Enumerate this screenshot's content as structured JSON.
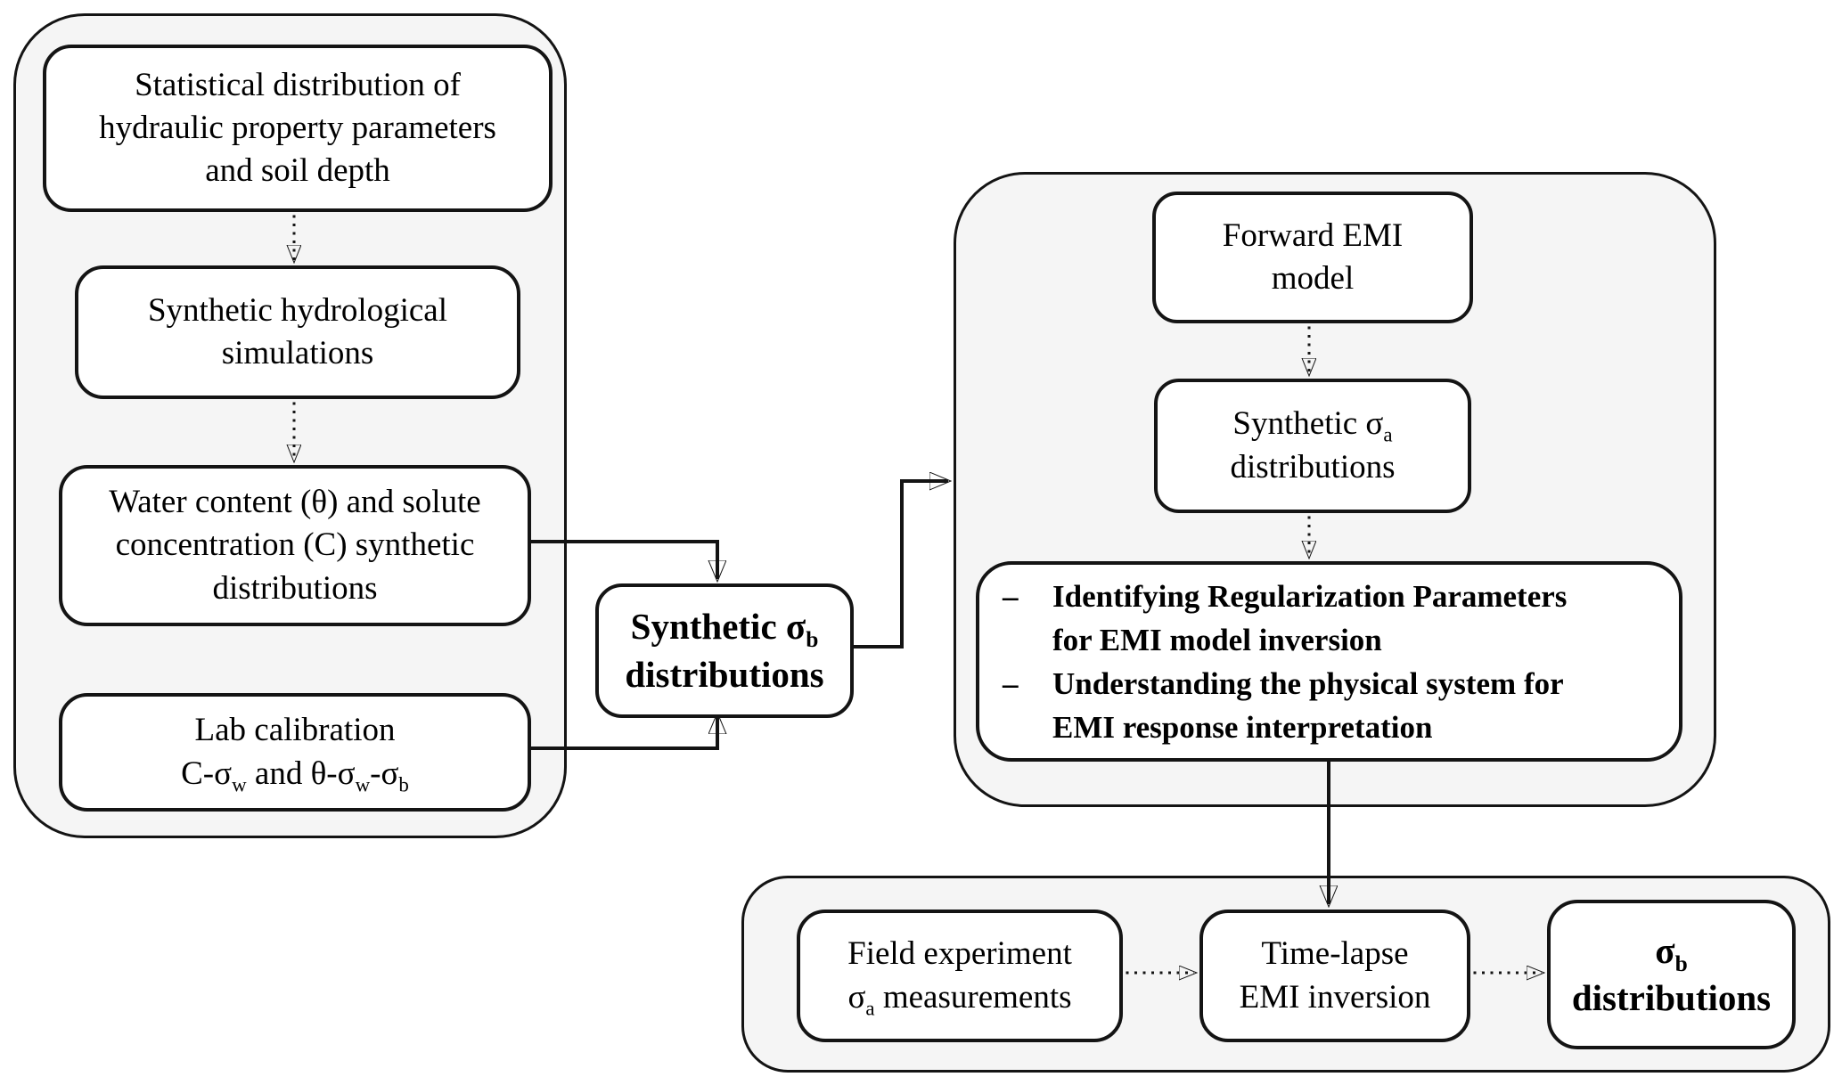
{
  "colors": {
    "canvas": "#ffffff",
    "group_fill": "#f5f5f5",
    "node_fill": "#ffffff",
    "stroke": "#141414",
    "text": "#000000"
  },
  "nodes": {
    "statistical": {
      "lines": [
        "Statistical distribution of",
        "hydraulic property parameters",
        "and soil depth"
      ]
    },
    "hydro_sim": {
      "lines": [
        "Synthetic hydrological",
        "simulations"
      ]
    },
    "water_solute": {
      "lines": [
        "Water content (θ) and solute",
        "concentration (C) synthetic",
        "distributions"
      ]
    },
    "lab_calibration": {
      "line1": "Lab calibration",
      "seg1": "C-σ",
      "sub1": "w",
      "seg2": " and θ-σ",
      "sub2": "w",
      "seg3": "-σ",
      "sub3": "b"
    },
    "synthetic_sigma_b": {
      "seg1": "Synthetic σ",
      "sub1": "b",
      "line2": "distributions"
    },
    "forward_emi": {
      "lines": [
        "Forward EMI",
        "model"
      ]
    },
    "synthetic_sigma_a": {
      "seg1": "Synthetic σ",
      "sub1": "a",
      "line2": "distributions"
    },
    "outcomes": {
      "marker": "–",
      "items": [
        {
          "line1": "Identifying Regularization Parameters",
          "line2": "for EMI model inversion"
        },
        {
          "line1": "Understanding the physical system for",
          "line2": "EMI response interpretation"
        }
      ]
    },
    "field_experiment": {
      "line1": "Field experiment",
      "seg1": "σ",
      "sub1": "a",
      "seg2": " measurements"
    },
    "time_lapse": {
      "lines": [
        "Time-lapse",
        "EMI inversion"
      ]
    },
    "sigma_b_dist": {
      "seg1": "σ",
      "sub1": "b",
      "line2": "distributions"
    }
  }
}
